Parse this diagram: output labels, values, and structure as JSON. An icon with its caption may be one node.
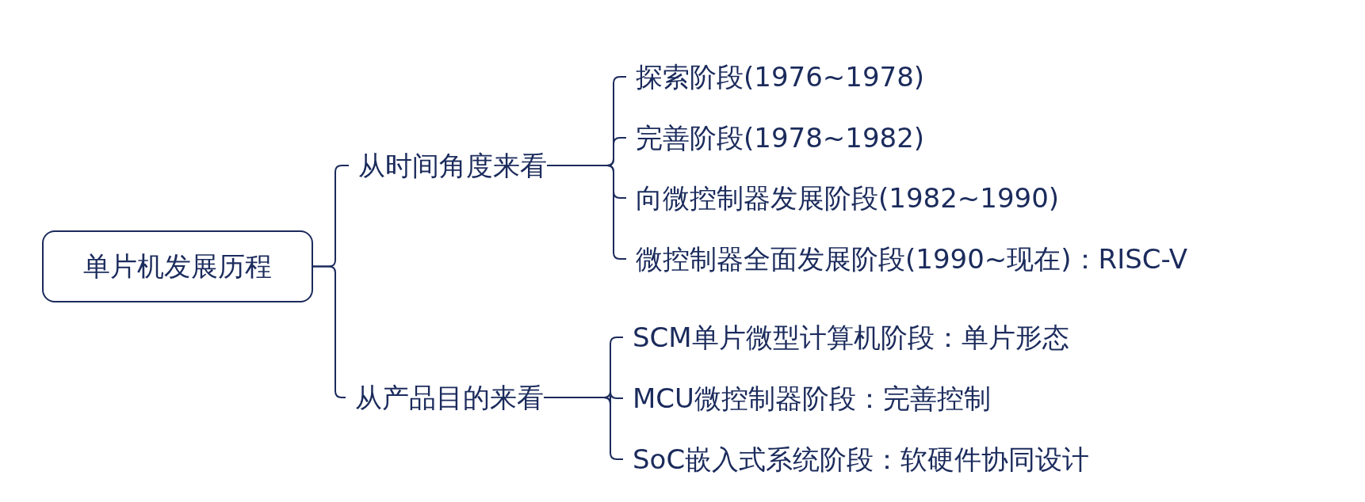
{
  "diagram": {
    "nodes": [
      {
        "text": [
          "单片机发展历程"
        ]
      },
      {
        "text": [
          "从时间角度来看"
        ]
      },
      {
        "text": [
          "探索阶段(1976~1978)"
        ]
      },
      {
        "text": [
          "完善阶段(1978~1982)"
        ]
      },
      {
        "text": [
          "向微控制器发展阶段(1982~1990)"
        ]
      },
      {
        "text": [
          "微控制器全面发展阶段(1990~现在)：RISC-V"
        ]
      },
      {
        "text": [
          "从产品目的来看"
        ]
      },
      {
        "text": [
          "SCM单片微型计算机阶段：单片形态"
        ]
      },
      {
        "text": [
          "MCU微控制器阶段：完善控制"
        ]
      },
      {
        "text": [
          "SoC嵌入式系统阶段：软硬件协同设计"
        ]
      }
    ],
    "edges": [
      {
        "from": 0,
        "to": 1,
        "arrow": "none"
      },
      {
        "from": 0,
        "to": 6,
        "arrow": "none"
      },
      {
        "from": 1,
        "to": 2,
        "arrow": "none"
      },
      {
        "from": 1,
        "to": 3,
        "arrow": "none"
      },
      {
        "from": 1,
        "to": 4,
        "arrow": "none"
      },
      {
        "from": 1,
        "to": 5,
        "arrow": "none"
      },
      {
        "from": 6,
        "to": 7,
        "arrow": "none"
      },
      {
        "from": 6,
        "to": 8,
        "arrow": "none"
      },
      {
        "from": 6,
        "to": 9,
        "arrow": "none"
      }
    ]
  }
}
